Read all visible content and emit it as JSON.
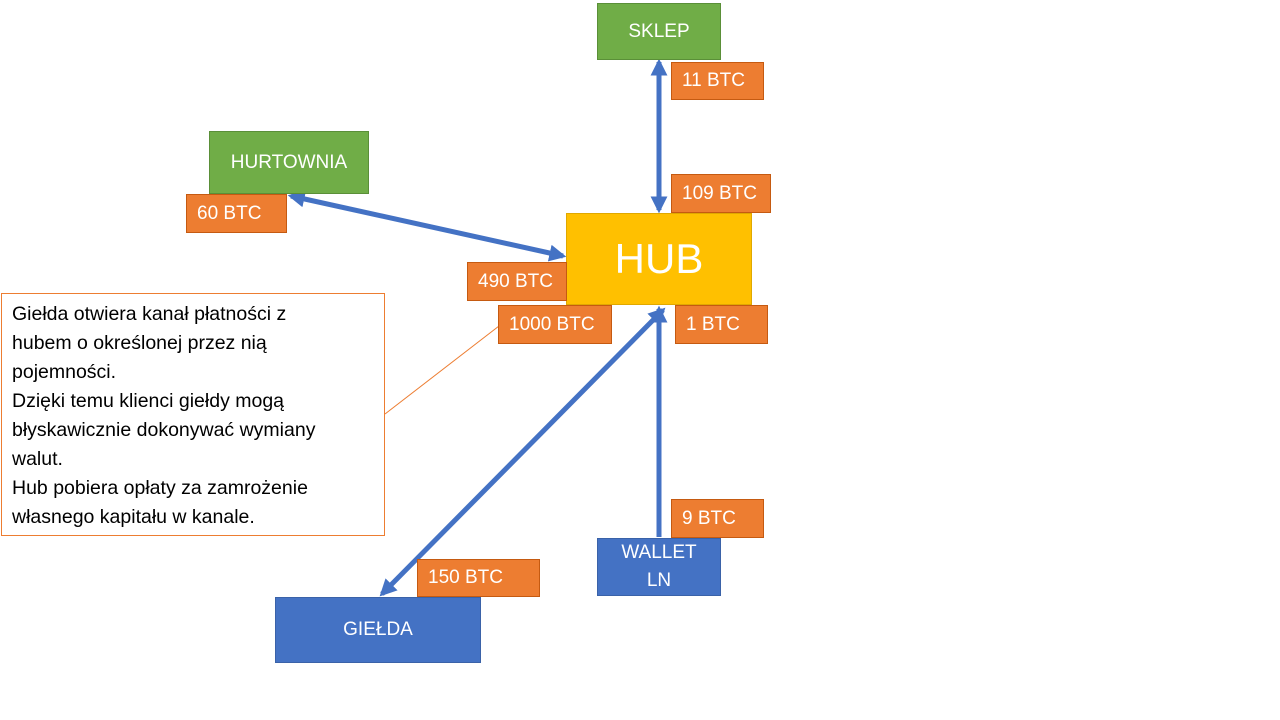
{
  "nodes": {
    "sklep": "SKLEP",
    "hurtownia": "HURTOWNIA",
    "hub": "HUB",
    "gielda": "GIEŁDA",
    "wallet_line1": "WALLET",
    "wallet_line2": "LN"
  },
  "channel_balances": {
    "sklep_side": "11 BTC",
    "hub_to_sklep": "109 BTC",
    "hurtownia_side": "60 BTC",
    "hub_to_hurtownia": "490 BTC",
    "hub_to_gielda": "1000 BTC",
    "hub_to_wallet": "1 BTC",
    "wallet_side": "9 BTC",
    "gielda_side": "150 BTC"
  },
  "callout": {
    "lines": [
      "Giełda otwiera kanał płatności z",
      "hubem o określonej przez nią",
      "pojemności.",
      "Dzięki temu klienci giełdy mogą",
      "błyskawicznie dokonywać wymiany",
      "walut.",
      "Hub pobiera opłaty za zamrożenie",
      "własnego kapitału w kanale."
    ]
  },
  "colors": {
    "store_nodes": "#70ad47",
    "client_nodes": "#4472c4",
    "hub": "#ffc000",
    "balance_labels": "#ed7d31",
    "arrows": "#4472c4"
  }
}
